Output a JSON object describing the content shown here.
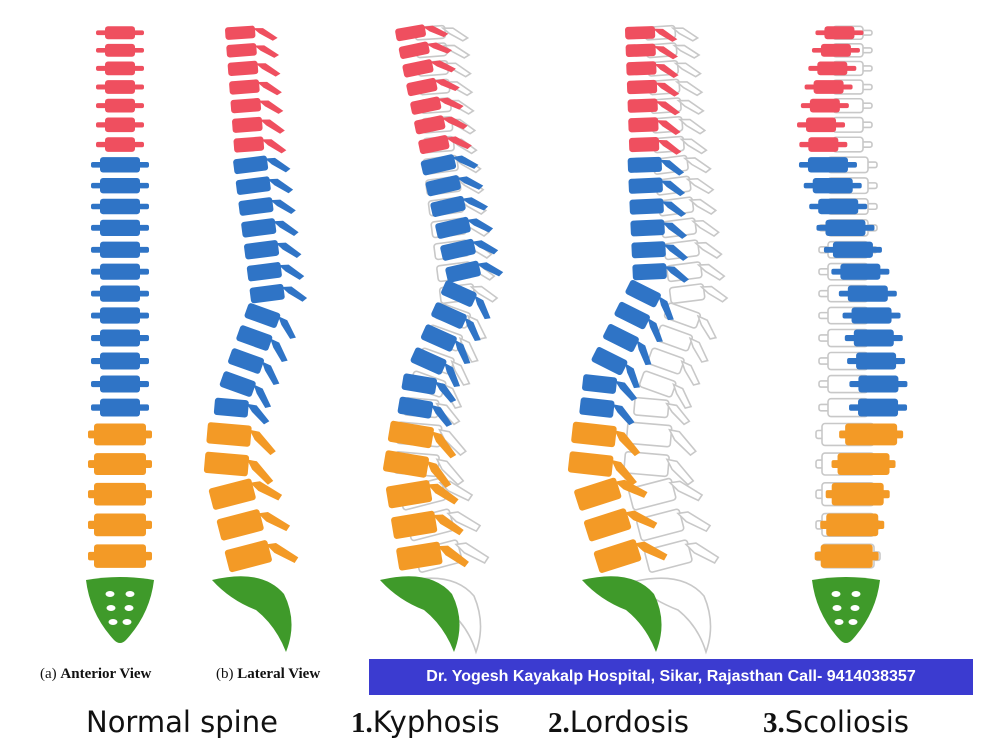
{
  "colors": {
    "cervical": "#ef4f5f",
    "thoracic": "#2f74c6",
    "lumbar": "#f39a26",
    "sacrum": "#3f9a2a",
    "normal_outline": "#c8c8c8",
    "banner_bg": "#3b3bd0",
    "banner_text": "#ffffff"
  },
  "subtitles": {
    "anterior": {
      "prefix": "(a)",
      "label": "Anterior View"
    },
    "lateral": {
      "prefix": "(b)",
      "label": "Lateral View"
    }
  },
  "banner": {
    "text": "Dr. Yogesh Kayakalp Hospital, Sikar, Rajasthan Call- 9414038357"
  },
  "captions": [
    {
      "number": "",
      "label": "Normal  spine"
    },
    {
      "number": "1.",
      "label": "Kyphosis"
    },
    {
      "number": "2.",
      "label": "Lordosis"
    },
    {
      "number": "3.",
      "label": "Scoliosis"
    }
  ]
}
